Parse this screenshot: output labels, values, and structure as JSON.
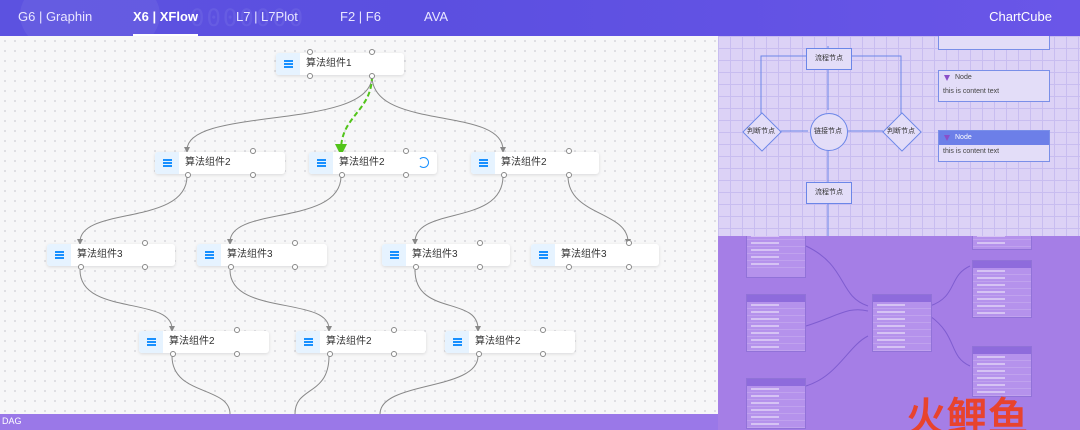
{
  "nav": {
    "tabs": [
      {
        "label": "G6 | Graphin",
        "active": false
      },
      {
        "label": "X6 | XFlow",
        "active": true
      },
      {
        "label": "L7 | L7Plot",
        "active": false
      },
      {
        "label": "F2 | F6",
        "active": false
      },
      {
        "label": "AVA",
        "active": false
      }
    ],
    "brand": "ChartCube",
    "background_deco": "0000000"
  },
  "dag": {
    "nodes": [
      {
        "label": "算法组件1"
      },
      {
        "label": "算法组件2"
      },
      {
        "label": "算法组件2"
      },
      {
        "label": "算法组件2"
      },
      {
        "label": "算法组件3"
      },
      {
        "label": "算法组件3"
      },
      {
        "label": "算法组件3"
      },
      {
        "label": "算法组件3"
      },
      {
        "label": "算法组件2"
      },
      {
        "label": "算法组件2"
      },
      {
        "label": "算法组件2"
      }
    ],
    "footer_label": "DAG",
    "colors": {
      "accent": "#1890ff",
      "edge": "#888888",
      "active_edge": "#52c41a"
    }
  },
  "flowchart": {
    "process_node_top": "流程节点",
    "process_node_bottom": "流程节点",
    "decision_left": "判断节点",
    "decision_right": "判断节点",
    "connector": "链接节点",
    "card1": {
      "title": "Node",
      "text": "this is content text"
    },
    "card2": {
      "title": "Node",
      "text": "this is content text"
    }
  },
  "watermark": "火鲤鱼"
}
